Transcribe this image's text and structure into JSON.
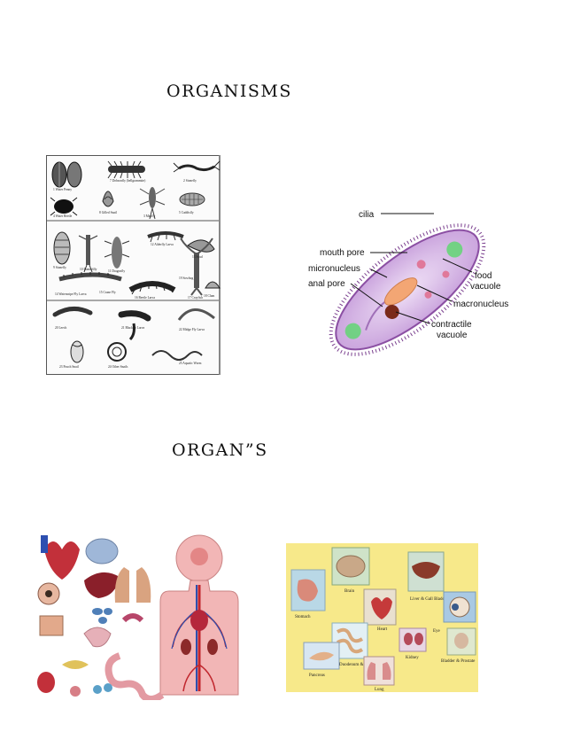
{
  "headings": {
    "organisms": "ORGANISMS",
    "organs": "ORGAN”S"
  },
  "invertebrate_chart": {
    "captions": [
      "1 Water Penny",
      "7 Dobsonfly (hellgrammite)",
      "2 Stonefly",
      "8 Gilled Snail",
      "3 Mayfly",
      "4 Water Beetle",
      "5 Caddisfly",
      "9 Stonefly",
      "10 Damselfly",
      "11 Dragonfly",
      "12 Alderfly Larva",
      "13 Scud",
      "14 Watersnipe Fly Larva",
      "15 Crane Fly",
      "16 Beetle Larva",
      "17 Crayfish",
      "18 Clam",
      "19 Sowbug",
      "20 Leech",
      "21 Blackfly Larva",
      "22 Midge Fly Larva",
      "23 Pouch Snail",
      "24 Other Snails",
      "25 Aquatic Worm"
    ]
  },
  "paramecium": {
    "labels": {
      "cilia": "cilia",
      "mouth_pore": "mouth pore",
      "micronucleus": "micronucleus",
      "anal_pore": "anal pore",
      "food_vacuole_1": "food",
      "food_vacuole_2": "vacuole",
      "macronucleus": "macronucleus",
      "contractile_vacuole_1": "contractile",
      "contractile_vacuole_2": "vacuole"
    }
  },
  "organs_collage": {
    "labels": {
      "brain": "Brain",
      "stomach": "Stomach",
      "liver_gall": "Liver & Gall Bladder",
      "heart": "Heart",
      "eye": "Eye",
      "intestines": "Duodenum & Colon",
      "kidney": "Kidney",
      "bladder": "Bladder & Prostate",
      "pancreas": "Pancreas",
      "lung": "Lung"
    }
  },
  "colors": {
    "paramecium_body": "#d8b8e6",
    "organs_bg": "#f7e98a",
    "anatomy_figure": "#f2b6b6"
  }
}
